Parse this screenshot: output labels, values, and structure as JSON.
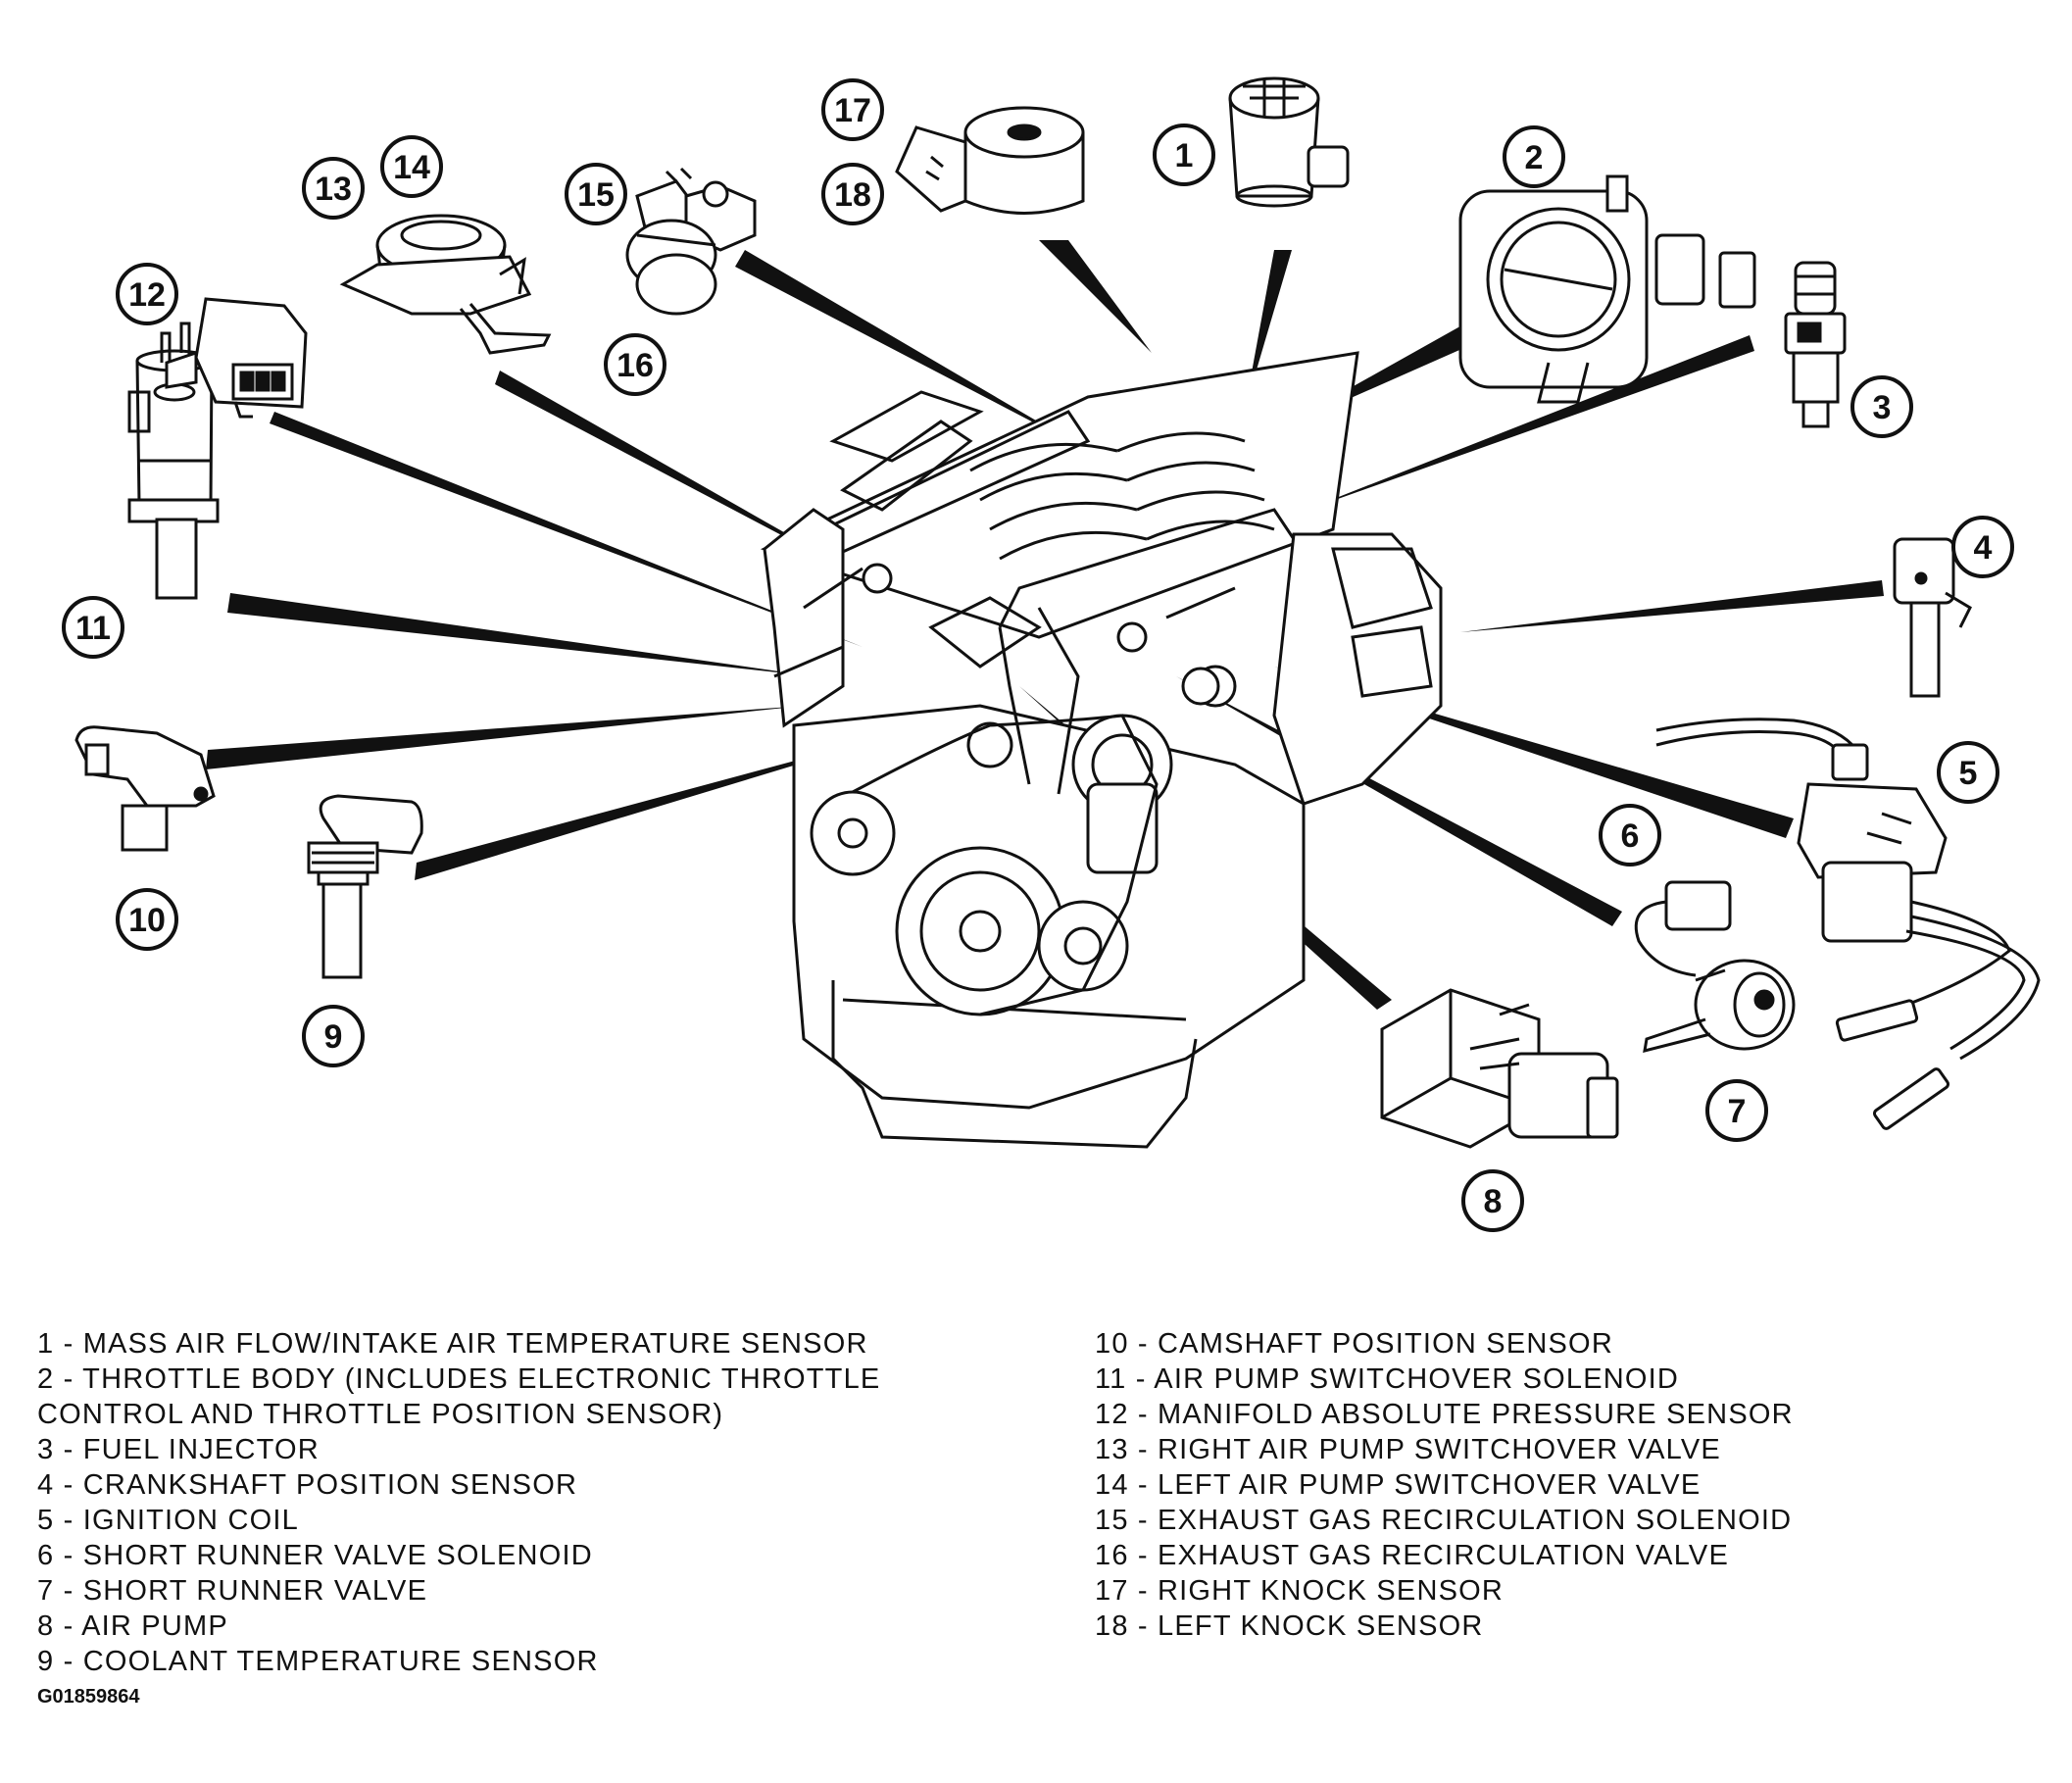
{
  "callouts": [
    "1",
    "2",
    "3",
    "4",
    "5",
    "6",
    "7",
    "8",
    "9",
    "10",
    "11",
    "12",
    "13",
    "14",
    "15",
    "16",
    "17",
    "18"
  ],
  "legend_left": [
    "1 - MASS AIR FLOW/INTAKE AIR TEMPERATURE SENSOR",
    "2 - THROTTLE BODY (INCLUDES ELECTRONIC THROTTLE",
    "CONTROL AND THROTTLE POSITION SENSOR)",
    "3 - FUEL INJECTOR",
    "4 - CRANKSHAFT POSITION SENSOR",
    "5 - IGNITION COIL",
    "6 - SHORT RUNNER VALVE SOLENOID",
    "7 - SHORT RUNNER VALVE",
    "8 - AIR PUMP",
    "9 - COOLANT TEMPERATURE SENSOR"
  ],
  "legend_right": [
    "10 - CAMSHAFT POSITION SENSOR",
    "11 - AIR PUMP SWITCHOVER SOLENOID",
    "12 - MANIFOLD ABSOLUTE PRESSURE SENSOR",
    "13 - RIGHT AIR PUMP SWITCHOVER VALVE",
    "14 - LEFT AIR PUMP SWITCHOVER VALVE",
    "15 - EXHAUST GAS RECIRCULATION SOLENOID",
    "16 - EXHAUST GAS RECIRCULATION VALVE",
    "17 - RIGHT KNOCK SENSOR",
    "18 - LEFT KNOCK SENSOR"
  ],
  "figure_id": "G01859864"
}
